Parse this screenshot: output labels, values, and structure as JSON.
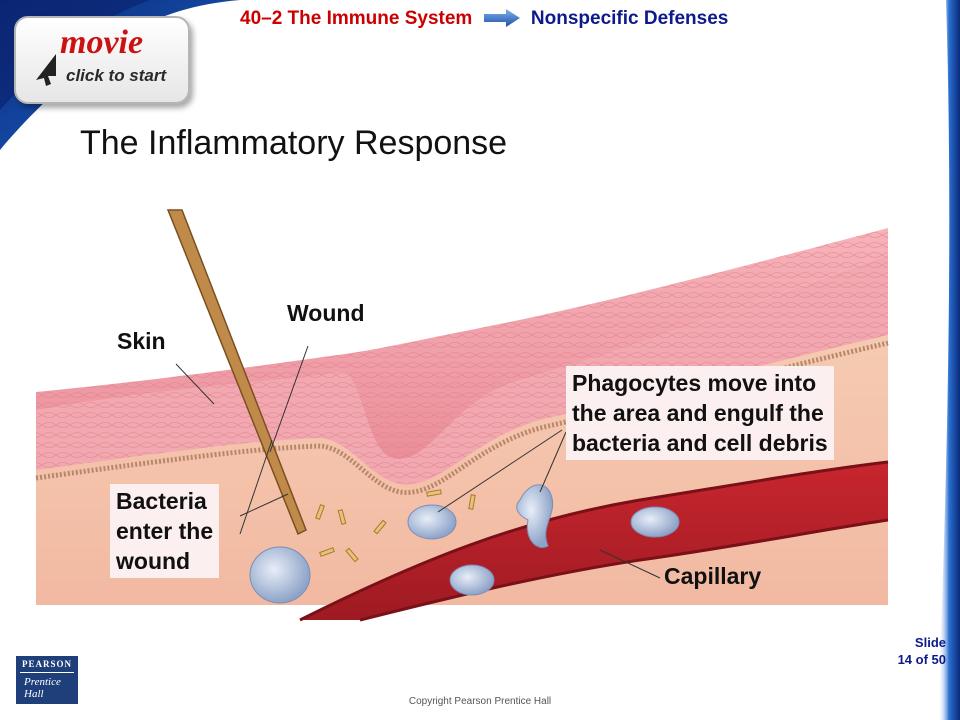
{
  "header": {
    "section": "40–2 The Immune System",
    "topic": "Nonspecific Defenses"
  },
  "movie_button": {
    "word": "movie",
    "subtitle": "click to start"
  },
  "title": "The Inflammatory Response",
  "diagram": {
    "labels": {
      "skin": "Skin",
      "wound": "Wound",
      "phagocytes": [
        "Phagocytes move into",
        "the area and engulf the",
        "bacteria and cell debris"
      ],
      "bacteria": [
        "Bacteria",
        "enter the",
        "wound"
      ],
      "capillary": "Capillary"
    }
  },
  "footer": {
    "publisher_top": "PEARSON",
    "publisher_bottom": "Prentice\nHall",
    "copyright": "Copyright Pearson Prentice Hall",
    "slide_label": "Slide",
    "slide_count": "14 of 50"
  },
  "colors": {
    "header_section": "#cc0000",
    "header_topic": "#0d1a8c",
    "brand_blue": "#1f3f7a"
  },
  "icons": [
    "arrow-right-icon",
    "cursor-icon"
  ]
}
